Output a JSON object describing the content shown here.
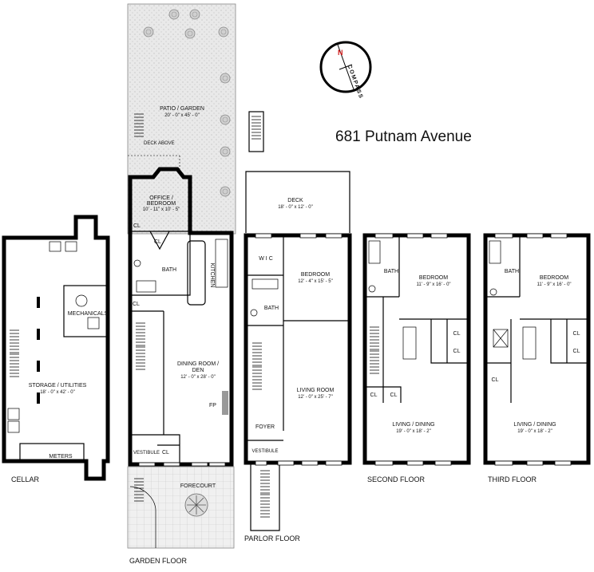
{
  "title": "681 Putnam Avenue",
  "compass": {
    "north": "N",
    "letters": "COMPASS"
  },
  "floors": {
    "cellar": "CELLAR",
    "garden": "GARDEN FLOOR",
    "parlor": "PARLOR FLOOR",
    "second": "SECOND FLOOR",
    "third": "THIRD FLOOR"
  },
  "cellar": {
    "storage": {
      "name": "STORAGE / UTILITIES",
      "dims": "18' - 0\" x 42' - 0\""
    },
    "mechanicals": "MECHANICALS",
    "meters": "METERS"
  },
  "garden": {
    "patio": {
      "name": "PATIO / GARDEN",
      "dims": "20' - 0\" x 45' - 0\""
    },
    "deck_above": "DECK ABOVE",
    "office": {
      "name1": "OFFICE /",
      "name2": "BEDROOM",
      "dims": "10' - 11\" x 10' - 5\""
    },
    "cl": "CL",
    "bath": "BATH",
    "kitchen": "KITCHEN",
    "dining": {
      "name1": "DINING ROOM /",
      "name2": "DEN",
      "dims": "12' - 0\" x 28' - 0\""
    },
    "fp": "FP",
    "vestibule": "VESTIBULE",
    "forecourt": "FORECOURT"
  },
  "parlor": {
    "deck": {
      "name": "DECK",
      "dims": "18' - 0\" x 12' - 0\""
    },
    "wic": "W I C",
    "bedroom": {
      "name": "BEDROOM",
      "dims": "12' - 4\" x 15' - 5\""
    },
    "bath": "BATH",
    "living": {
      "name": "LIVING ROOM",
      "dims": "12' - 0\" x 25' - 7\""
    },
    "foyer": "FOYER",
    "vestibule": "VESTIBULE"
  },
  "second": {
    "bath": "BATH",
    "bedroom": {
      "name": "BEDROOM",
      "dims": "11' - 9\" x 16' - 0\""
    },
    "cl": "CL",
    "living": {
      "name": "LIVING / DINING",
      "dims": "19' - 0\" x 18' - 2\""
    }
  },
  "third": {
    "bath": "BATH",
    "bedroom": {
      "name": "BEDROOM",
      "dims": "11' - 9\" x 16' - 0\""
    },
    "cl": "CL",
    "living": {
      "name": "LIVING / DINING",
      "dims": "19' - 0\" x 18' - 2\""
    }
  }
}
